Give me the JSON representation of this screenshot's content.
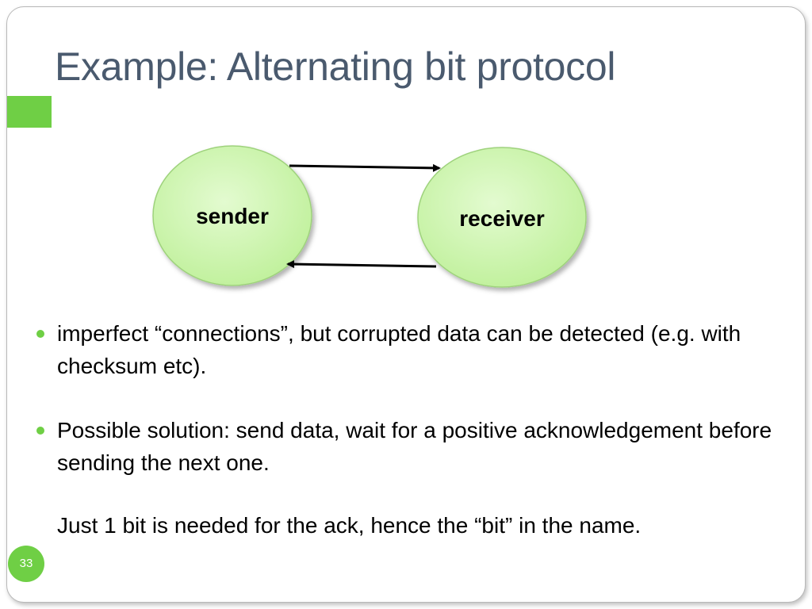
{
  "slide": {
    "title": "Example: Alternating bit protocol",
    "accent_color": "#6fcf45",
    "title_color": "#4a5a6e",
    "page_number": "33"
  },
  "diagram": {
    "nodes": {
      "sender": "sender",
      "receiver": "receiver"
    },
    "node_fill": "#c9f5a8",
    "arrows": [
      "sender-to-receiver",
      "receiver-to-sender"
    ]
  },
  "bullets": [
    {
      "paragraphs": [
        "imperfect “connections”, but corrupted data can be detected (e.g. with checksum etc)."
      ]
    },
    {
      "paragraphs": [
        "Possible solution: send data, wait for a positive acknowledgement before sending the next one.",
        "Just 1 bit is needed for the ack, hence the “bit” in the name."
      ]
    }
  ]
}
